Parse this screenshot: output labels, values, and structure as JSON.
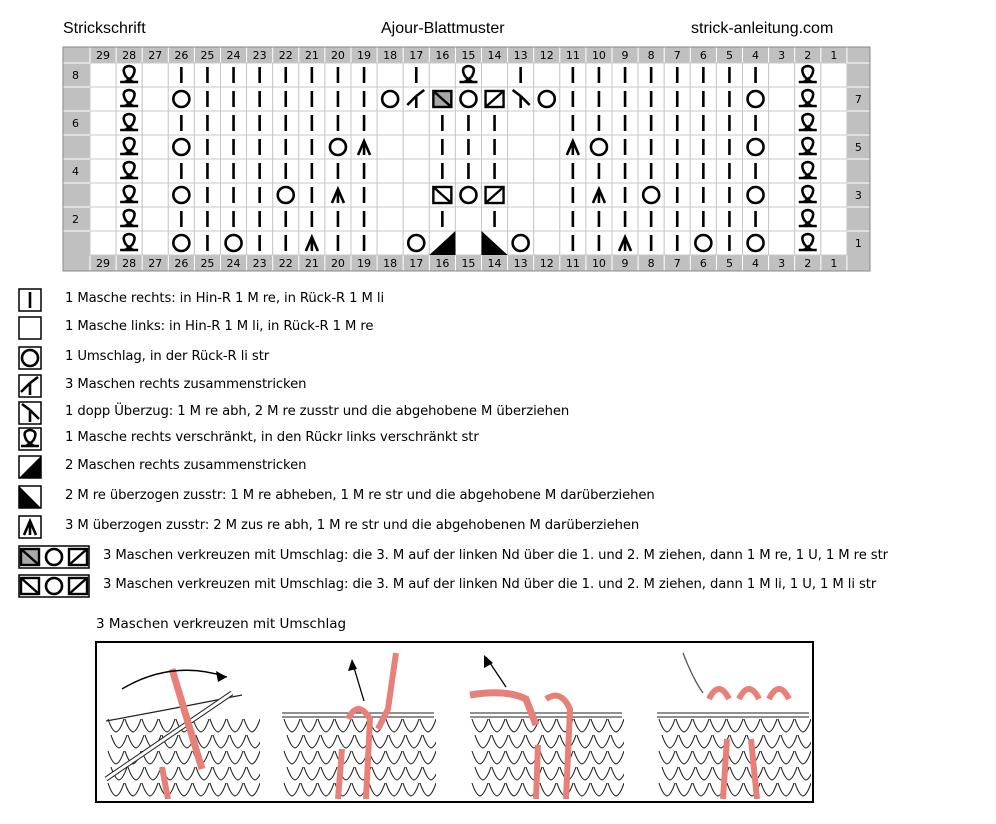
{
  "header": {
    "left": "Strickschrift",
    "center": "Ajour-Blattmuster",
    "right": "strick-anleitung.com"
  },
  "chart": {
    "column_numbers": [
      "29",
      "28",
      "27",
      "26",
      "25",
      "24",
      "23",
      "22",
      "21",
      "20",
      "19",
      "18",
      "17",
      "16",
      "15",
      "14",
      "13",
      "12",
      "11",
      "10",
      "9",
      "8",
      "7",
      "6",
      "5",
      "4",
      "3",
      "2",
      "1"
    ],
    "row_numbers_left": [
      "8",
      "",
      "6",
      "",
      "4",
      "",
      "2",
      ""
    ],
    "row_numbers_right": [
      "",
      "7",
      "",
      "5",
      "",
      "3",
      "",
      "1"
    ],
    "rows": [
      [
        "",
        "T",
        "",
        "I",
        "I",
        "I",
        "I",
        "I",
        "I",
        "I",
        "I",
        "",
        "I",
        "",
        "T",
        "",
        "I",
        "",
        "I",
        "I",
        "I",
        "I",
        "I",
        "I",
        "I",
        "I",
        "",
        "T",
        ""
      ],
      [
        "",
        "T",
        "",
        "O",
        "I",
        "I",
        "I",
        "I",
        "I",
        "I",
        "I",
        "O",
        "K3",
        "CL",
        "CO",
        "CR",
        "S3",
        "O",
        "I",
        "I",
        "I",
        "I",
        "I",
        "I",
        "I",
        "O",
        "",
        "T",
        ""
      ],
      [
        "",
        "T",
        "",
        "I",
        "I",
        "I",
        "I",
        "I",
        "I",
        "I",
        "I",
        "",
        "",
        "I",
        "I",
        "I",
        "",
        "",
        "I",
        "I",
        "I",
        "I",
        "I",
        "I",
        "I",
        "I",
        "",
        "T",
        ""
      ],
      [
        "",
        "T",
        "",
        "O",
        "I",
        "I",
        "I",
        "I",
        "I",
        "O",
        "A",
        "",
        "",
        "I",
        "I",
        "I",
        "",
        "",
        "A",
        "O",
        "I",
        "I",
        "I",
        "I",
        "I",
        "O",
        "",
        "T",
        ""
      ],
      [
        "",
        "T",
        "",
        "I",
        "I",
        "I",
        "I",
        "I",
        "I",
        "I",
        "I",
        "",
        "",
        "I",
        "I",
        "I",
        "",
        "",
        "I",
        "I",
        "I",
        "I",
        "I",
        "I",
        "I",
        "I",
        "",
        "T",
        ""
      ],
      [
        "",
        "T",
        "",
        "O",
        "I",
        "I",
        "I",
        "O",
        "I",
        "A",
        "I",
        "",
        "",
        "CL2",
        "CO",
        "CR",
        "",
        "",
        "I",
        "A",
        "I",
        "O",
        "I",
        "I",
        "I",
        "O",
        "",
        "T",
        ""
      ],
      [
        "",
        "T",
        "",
        "I",
        "I",
        "I",
        "I",
        "I",
        "I",
        "I",
        "I",
        "",
        "",
        "I",
        "",
        "I",
        "",
        "",
        "I",
        "I",
        "I",
        "I",
        "I",
        "I",
        "I",
        "I",
        "",
        "T",
        ""
      ],
      [
        "",
        "T",
        "",
        "O",
        "I",
        "O",
        "I",
        "I",
        "A",
        "I",
        "I",
        "",
        "O",
        "K2",
        "",
        "SK",
        "O",
        "",
        "I",
        "I",
        "A",
        "I",
        "I",
        "O",
        "I",
        "O",
        "",
        "T",
        ""
      ]
    ]
  },
  "legend": [
    {
      "symbol": "I",
      "text": "1 Masche rechts: in Hin-R 1 M re, in Rück-R 1 M li"
    },
    {
      "symbol": "",
      "text": "1 Masche links: in Hin-R 1 M li, in Rück-R 1 M re"
    },
    {
      "symbol": "O",
      "text": "1 Umschlag, in der Rück-R li str"
    },
    {
      "symbol": "K3",
      "text": "3 Maschen rechts zusammenstricken"
    },
    {
      "symbol": "S3",
      "text": "1 dopp Überzug: 1 M re abh, 2 M re zusstr und die abgehobene M überziehen"
    },
    {
      "symbol": "T",
      "text": "1 Masche rechts verschränkt, in den Rückr links verschränkt str"
    },
    {
      "symbol": "K2",
      "text": "2 Maschen rechts zusammenstricken"
    },
    {
      "symbol": "SK",
      "text": "2 M re überzogen zusstr: 1 M re abheben, 1 M re str und die abgehobene M darüberziehen"
    },
    {
      "symbol": "A",
      "text": "3 M überzogen zusstr: 2 M zus re abh, 1 M re str und die abgehobenen M darüberziehen"
    },
    {
      "symbol": "CROSS",
      "text": "3 Maschen verkreuzen mit Umschlag: die 3. M auf der linken Nd über die 1. und 2. M ziehen, dann 1 M re, 1 U, 1 M re str"
    },
    {
      "symbol": "CROSS2",
      "text": "3 Maschen verkreuzen mit Umschlag: die 3. M auf der linken Nd über die 1. und 2. M ziehen, dann 1 M li, 1 U, 1 M li str"
    }
  ],
  "illustration": {
    "title": "3 Maschen verkreuzen mit Umschlag",
    "panels": [
      "step-1",
      "step-2",
      "step-3",
      "step-4"
    ]
  },
  "colors": {
    "grid_bg": "#ffffff",
    "number_bg": "#c0c0c0",
    "yarn": "#e8807a",
    "line": "#000000"
  }
}
